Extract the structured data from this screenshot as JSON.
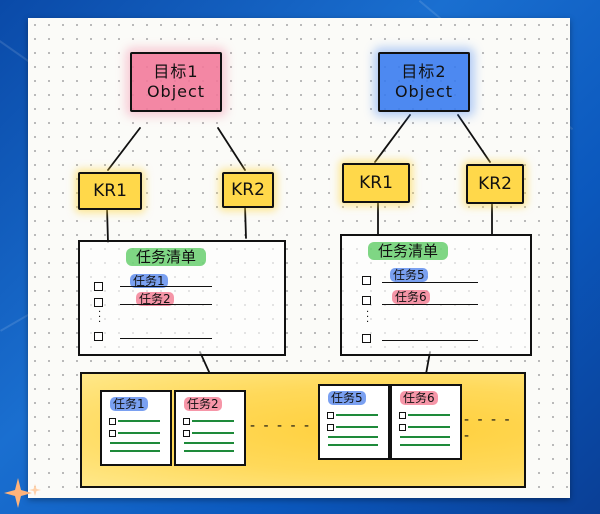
{
  "objectives": [
    {
      "title": "目标1",
      "subtitle": "Object",
      "color": "#f27a9a"
    },
    {
      "title": "目标2",
      "subtitle": "Object",
      "color": "#3a7cf0"
    }
  ],
  "key_results": [
    "KR1",
    "KR2",
    "KR1",
    "KR2"
  ],
  "task_lists": [
    {
      "title": "任务清单",
      "tasks": [
        "任务1",
        "任务2"
      ]
    },
    {
      "title": "任务清单",
      "tasks": [
        "任务5",
        "任务6"
      ]
    }
  ],
  "board": {
    "cards": [
      "任务1",
      "任务2",
      "任务5",
      "任务6"
    ],
    "ellipsis": "- - - - -"
  }
}
